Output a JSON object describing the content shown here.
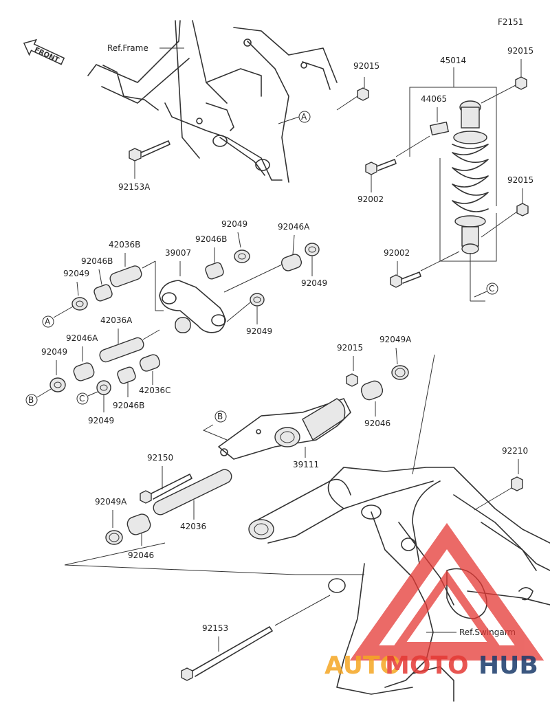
{
  "figure_code": "F2151",
  "front_label": "FRONT",
  "ref_frame": "Ref.Frame",
  "ref_swingarm": "Ref.Swingarm",
  "watermark": {
    "part1": "AUTO",
    "part2": "MOTO",
    "part3": "HUB",
    "color_orange": "#f5a623",
    "color_red": "#e53935",
    "color_dark": "#1a3a6b"
  },
  "callouts": {
    "A": "A",
    "B": "B",
    "C": "C"
  },
  "parts": {
    "p92015_top": "92015",
    "p45014": "45014",
    "p92015_right": "92015",
    "p44065": "44065",
    "p92153A": "92153A",
    "p92002_top": "92002",
    "p92015_mid": "92015",
    "p92002_mid": "92002",
    "p92049_a": "92049",
    "p92046A_top": "92046A",
    "p92046B_mid": "92046B",
    "p42036B": "42036B",
    "p39007": "39007",
    "p92046B_left": "92046B",
    "p92049_left": "92049",
    "p92049_right": "92049",
    "p92049_center": "92049",
    "p42036A": "42036A",
    "p92046A_left": "92046A",
    "p92049_b": "92049",
    "p42036C": "42036C",
    "p92046B_bottom": "92046B",
    "p92049_c": "92049",
    "p92015_link": "92015",
    "p92049A_top": "92049A",
    "p92046_link": "92046",
    "p39111": "39111",
    "p92150": "92150",
    "p92210": "92210",
    "p92049A_bottom": "92049A",
    "p42036": "42036",
    "p92046_bottom": "92046",
    "p92153": "92153"
  }
}
